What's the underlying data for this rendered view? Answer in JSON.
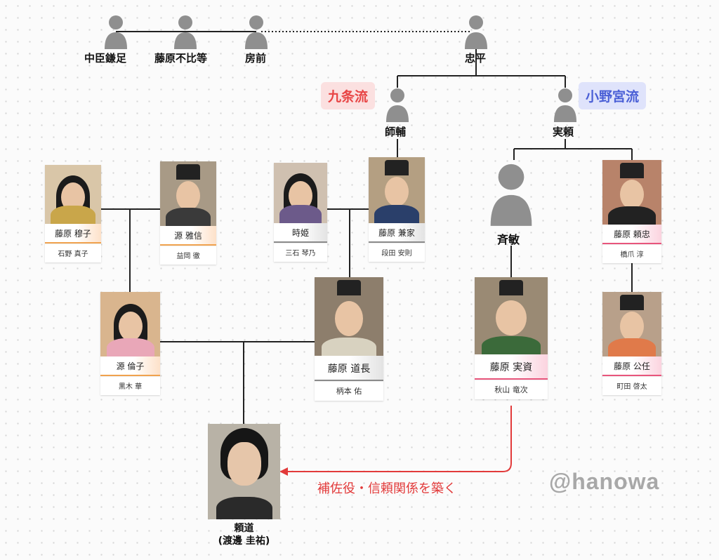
{
  "ancestors": {
    "kamatari": "中臣鎌足",
    "fuhito": "藤原不比等",
    "fusasaki": "房前",
    "tadahira": "忠平"
  },
  "branches": {
    "kujo": {
      "label": "九条流",
      "color": "#e84545",
      "bg": "#fbe0e0"
    },
    "onomiya": {
      "label": "小野宮流",
      "color": "#4a5fd6",
      "bg": "#dfe3fb"
    }
  },
  "heads": {
    "morosuke": "師輔",
    "saneyori": "実頼",
    "tadatoshi": "斉敏"
  },
  "cards": {
    "bokushi": {
      "role": "藤原 穆子",
      "actor": "石野 真子"
    },
    "masanobu": {
      "role": "源 雅信",
      "actor": "益岡 徹"
    },
    "tokihime": {
      "role": "時姫",
      "actor": "三石 琴乃"
    },
    "kaneie": {
      "role": "藤原 兼家",
      "actor": "段田 安則"
    },
    "yoritada": {
      "role": "藤原 頼忠",
      "actor": "橋爪 淳"
    },
    "rinshi": {
      "role": "源 倫子",
      "actor": "黒木 華"
    },
    "michinaga": {
      "role": "藤原 道長",
      "actor": "柄本 佑"
    },
    "sanesuke": {
      "role": "藤原 実資",
      "actor": "秋山 竜次"
    },
    "kinto": {
      "role": "藤原 公任",
      "actor": "町田 啓太"
    }
  },
  "yorimichi": {
    "name": "頼道",
    "actor": "(渡邊 圭祐)"
  },
  "relation_note": "補佐役・信頼関係を築く",
  "watermark": "@hanowa",
  "colors": {
    "line": "#222222",
    "accent_red": "#e23a3a",
    "icon_gray": "#8f8f8f"
  }
}
